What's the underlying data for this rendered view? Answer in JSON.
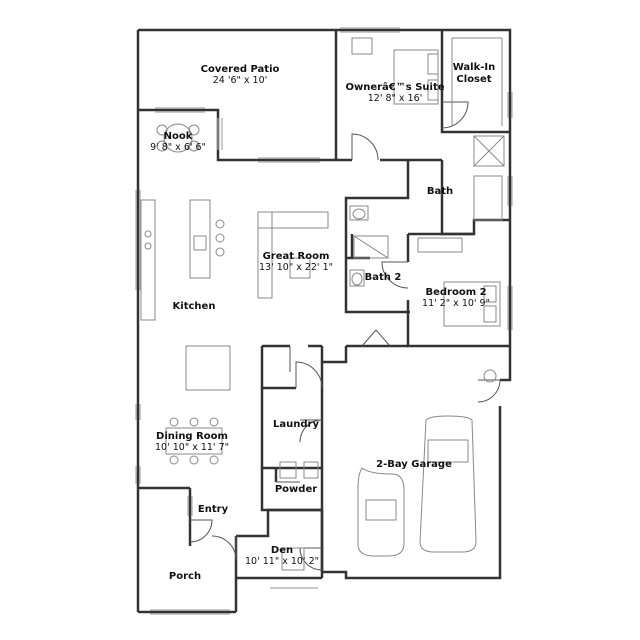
{
  "rooms": {
    "covered_patio": {
      "name": "Covered Patio",
      "dims": "24 '6\" x 10'"
    },
    "owners_suite": {
      "name": "Ownerâ€™s Suite",
      "dims": "12' 8\" x 16'"
    },
    "walk_in_closet": {
      "name": "Walk-In Closet",
      "name_line1": "Walk-In",
      "name_line2": "Closet"
    },
    "nook": {
      "name": "Nook",
      "dims": "9' 8\" x 6' 6\""
    },
    "bath": {
      "name": "Bath"
    },
    "great_room": {
      "name": "Great Room",
      "dims": "13' 10\" x 22' 1\""
    },
    "bath_2": {
      "name": "Bath 2"
    },
    "bedroom_2": {
      "name": "Bedroom 2",
      "dims": "11' 2\" x 10' 9\""
    },
    "kitchen": {
      "name": "Kitchen"
    },
    "laundry": {
      "name": "Laundry"
    },
    "dining_room": {
      "name": "Dining Room",
      "dims": "10' 10\" x 11' 7\""
    },
    "garage": {
      "name": "2-Bay Garage"
    },
    "powder": {
      "name": "Powder"
    },
    "entry": {
      "name": "Entry"
    },
    "den": {
      "name": "Den",
      "dims": "10' 11\" x 10' 2\""
    },
    "porch": {
      "name": "Porch"
    }
  },
  "colors": {
    "wall": "#333333",
    "fixture": "#888888",
    "window": "#aaaaaa"
  }
}
